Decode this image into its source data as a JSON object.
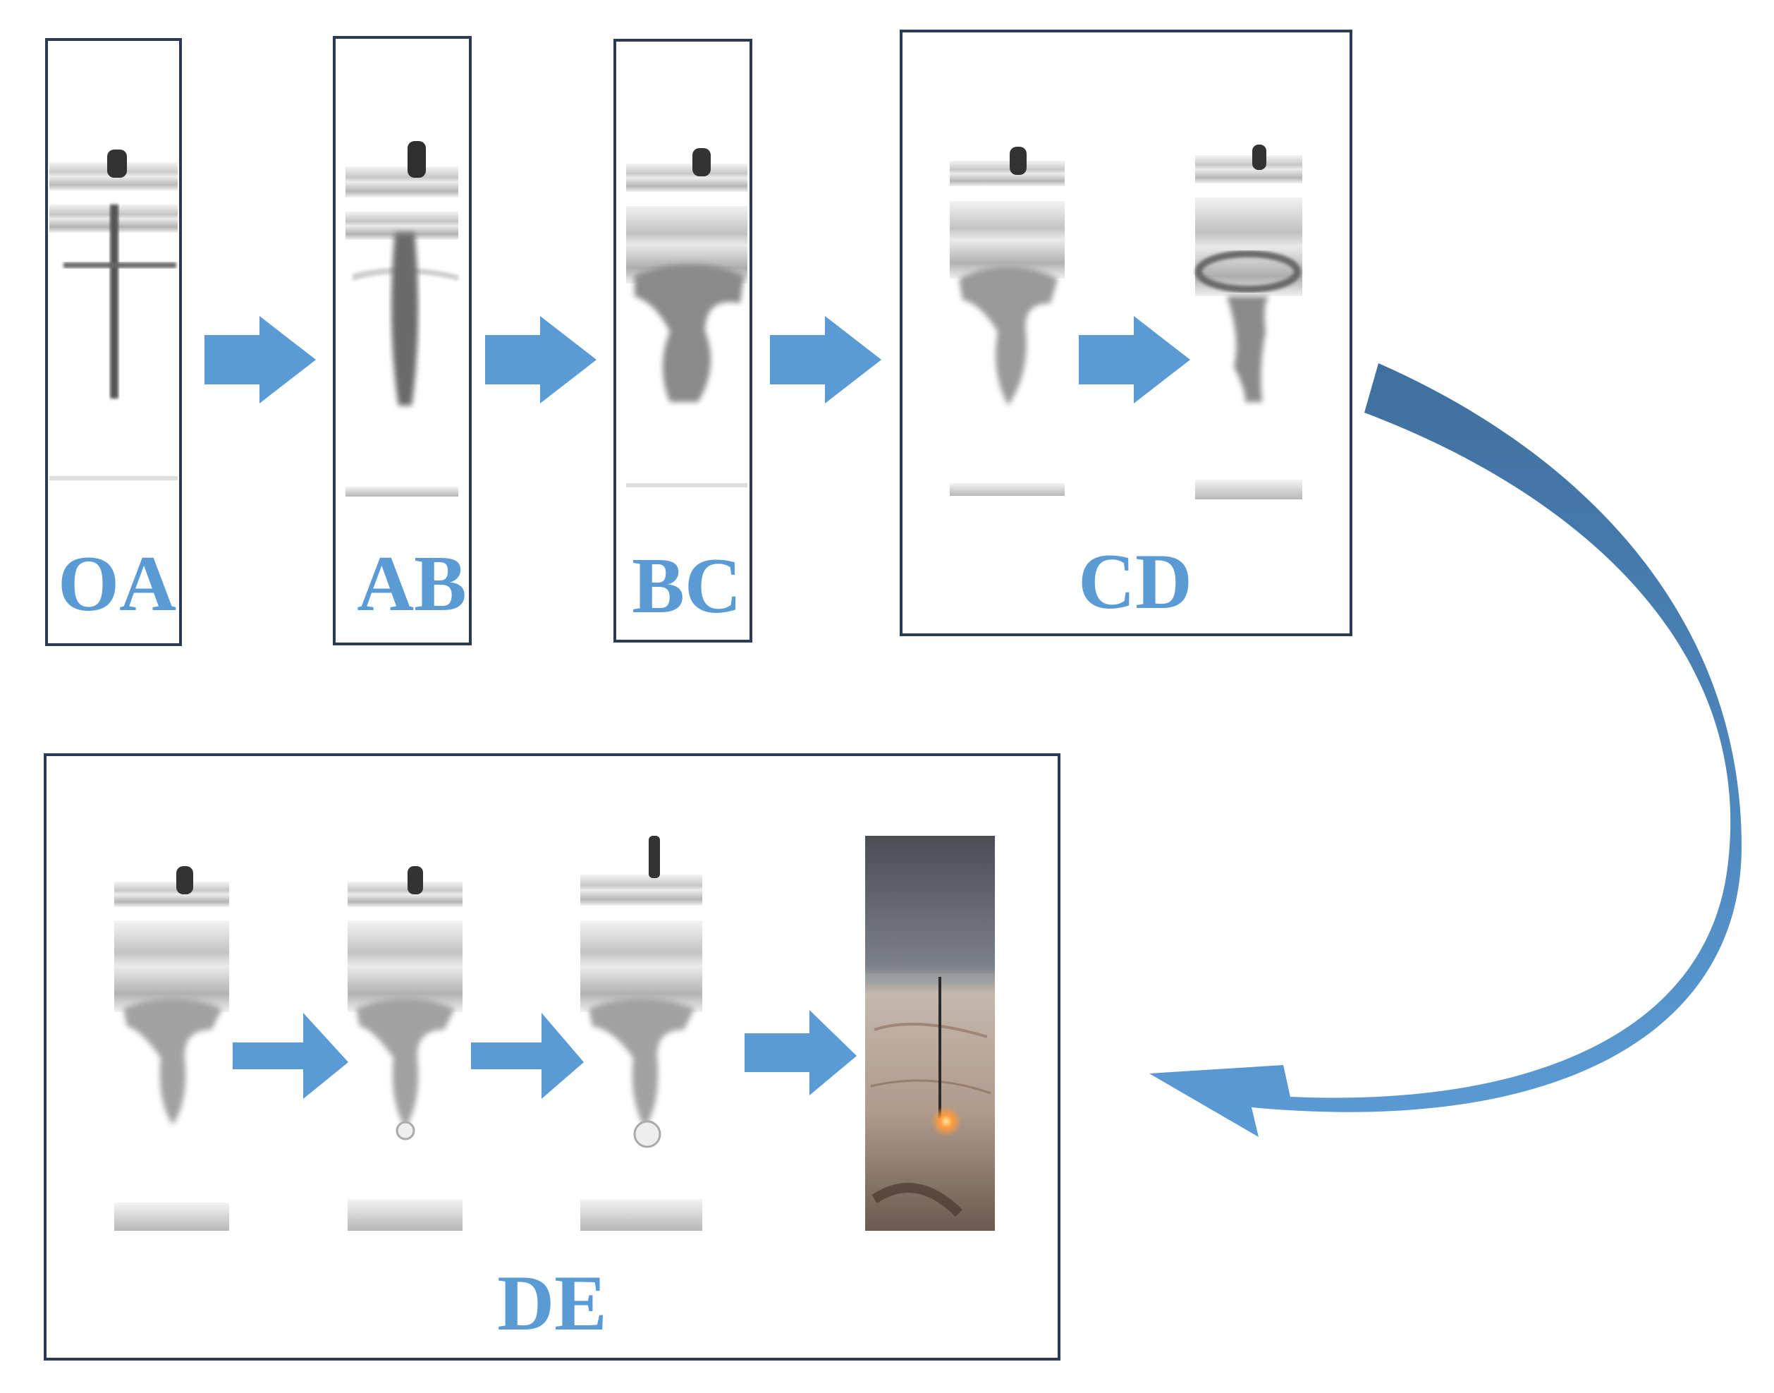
{
  "stages": [
    {
      "id": "oa",
      "label": "OA"
    },
    {
      "id": "ab",
      "label": "AB"
    },
    {
      "id": "bc",
      "label": "BC"
    },
    {
      "id": "cd",
      "label": "CD"
    },
    {
      "id": "de",
      "label": "DE"
    }
  ],
  "colors": {
    "frame": "#2b3a55",
    "label": "#5b9bd5",
    "arrow": "#5b9bd5",
    "curved_arrow_dark": "#3f6f9e",
    "curved_arrow_light": "#5b9bd5",
    "background": "#ffffff"
  },
  "icons": {
    "straight_arrow": "right-arrow-icon",
    "curved_arrow": "curved-return-arrow-icon"
  }
}
